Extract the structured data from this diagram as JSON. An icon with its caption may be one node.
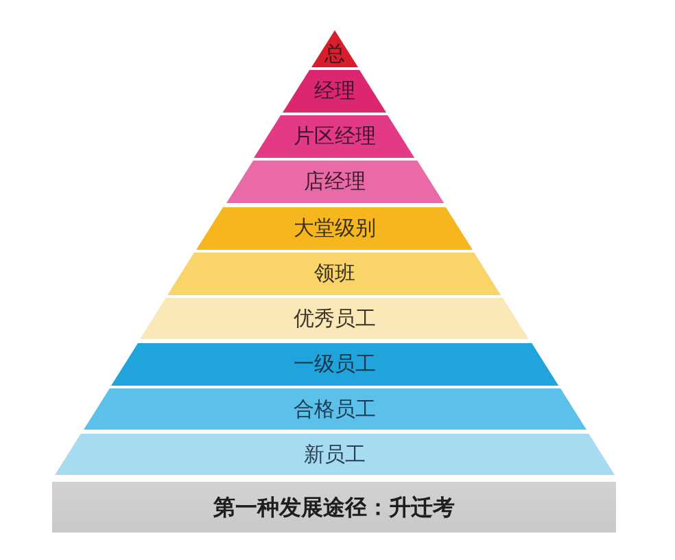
{
  "diagram": {
    "nodes": [
      {
        "text": [
          "总"
        ]
      },
      {
        "text": [
          "经理"
        ]
      },
      {
        "text": [
          "片区经理"
        ]
      },
      {
        "text": [
          "店经理"
        ]
      },
      {
        "text": [
          "大堂级别"
        ]
      },
      {
        "text": [
          "领班"
        ]
      },
      {
        "text": [
          "优秀员工"
        ]
      },
      {
        "text": [
          "一级员工"
        ]
      },
      {
        "text": [
          "合格员工"
        ]
      },
      {
        "text": [
          "新员工"
        ]
      },
      {
        "text": [
          "第一种发展途径：升迁考"
        ]
      }
    ]
  }
}
